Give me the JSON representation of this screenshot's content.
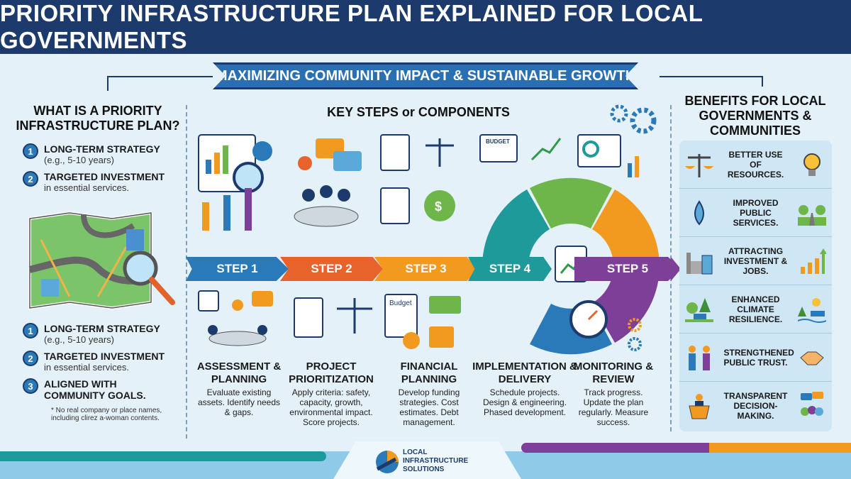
{
  "title": "PRIORITY INFRASTRUCTURE PLAN EXPLAINED FOR LOCAL GOVERNMENTS",
  "ribbon": "MAXIMIZING COMMUNITY IMPACT & SUSTAINABLE GROWTH",
  "left": {
    "heading": "WHAT IS A PRIORITY INFRASTRUCTURE PLAN?",
    "top_items": [
      {
        "num": "1",
        "title": "LONG-TERM STRATEGY",
        "sub": "(e.g., 5-10 years)"
      },
      {
        "num": "2",
        "title": "TARGETED INVESTMENT",
        "sub": "in essential services."
      }
    ],
    "bottom_items": [
      {
        "num": "1",
        "title": "LONG-TERM STRATEGY",
        "sub": "(e.g., 5-10 years)"
      },
      {
        "num": "2",
        "title": "TARGETED INVESTMENT",
        "sub": "in essential services."
      },
      {
        "num": "3",
        "title": "ALIGNED WITH COMMUNITY GOALS.",
        "sub": ""
      }
    ],
    "note": "* No real company or place names, including clirez a-woman contents."
  },
  "center": {
    "heading": "KEY STEPS or COMPONENTS",
    "steps": [
      {
        "label": "STEP 1",
        "title": "ASSESSMENT & PLANNING",
        "desc": "Evaluate existing assets. Identify needs & gaps.",
        "color": "#2a79b8"
      },
      {
        "label": "STEP 2",
        "title": "PROJECT PRIORITIZATION",
        "desc": "Apply criteria: safety, capacity, growth, environmental impact. Score projects.",
        "color": "#e8622c"
      },
      {
        "label": "STEP 3",
        "title": "FINANCIAL PLANNING",
        "desc": "Develop funding strategies. Cost estimates. Debt management.",
        "color": "#f29a20"
      },
      {
        "label": "STEP 4",
        "title": "IMPLEMENTATION & DELIVERY",
        "desc": "Schedule projects. Design & engineering. Phased development.",
        "color": "#1f9a9a"
      },
      {
        "label": "STEP 5",
        "title": "MONITORING & REVIEW",
        "desc": "Track progress. Update the plan regularly. Measure success.",
        "color": "#7d3f98"
      }
    ],
    "budget_labels": [
      "BUDGET",
      "Budget"
    ]
  },
  "right": {
    "heading": "BENEFITS FOR LOCAL GOVERNMENTS & COMMUNITIES",
    "benefits": [
      {
        "text": "BETTER USE OF RESOURCES.",
        "icon": "scales-icon",
        "icon2": "lightbulb-icon"
      },
      {
        "text": "IMPROVED PUBLIC SERVICES.",
        "icon": "water-drop-icon",
        "icon2": "road-trees-icon"
      },
      {
        "text": "ATTRACTING INVESTMENT & JOBS.",
        "icon": "factory-icon",
        "icon2": "growth-chart-icon"
      },
      {
        "text": "ENHANCED CLIMATE RESILIENCE.",
        "icon": "trees-solar-icon",
        "icon2": "sun-solar-icon"
      },
      {
        "text": "STRENGTHENED PUBLIC TRUST.",
        "icon": "people-handshake-icon",
        "icon2": "handshake-icon"
      },
      {
        "text": "TRANSPARENT DECISION-MAKING.",
        "icon": "podium-icon",
        "icon2": "discussion-icon"
      }
    ]
  },
  "footer": {
    "logo_text": "LOCAL INFRASTRUCTURE SOLUTIONS"
  },
  "colors": {
    "header": "#1c3b6c",
    "background": "#e4f1f9",
    "ribbon": "#2b6fb3"
  }
}
